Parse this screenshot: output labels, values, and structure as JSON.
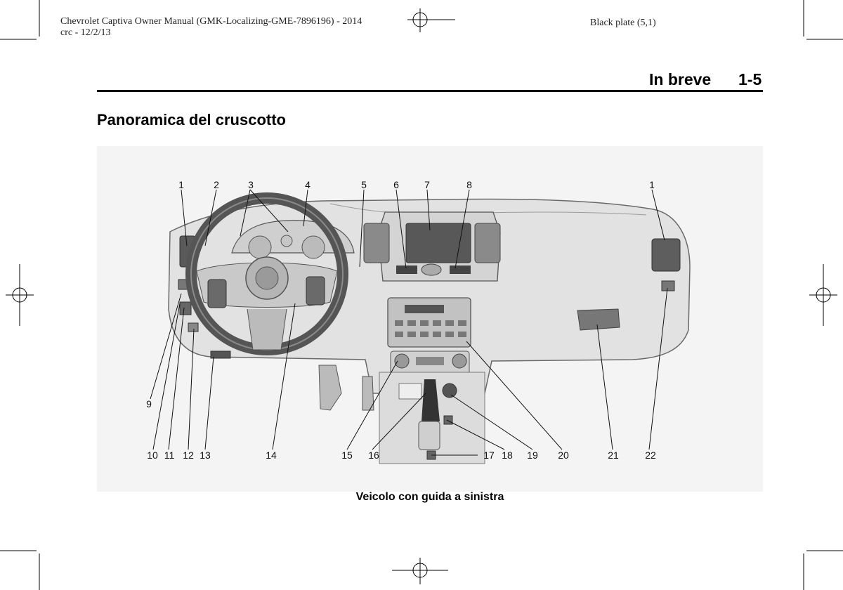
{
  "print_header": {
    "line1": "Chevrolet Captiva Owner Manual (GMK-Localizing-GME-7896196) - 2014",
    "line2": "crc - 12/2/13",
    "plate": "Black plate (5,1)"
  },
  "running_header": {
    "section": "In breve",
    "page": "1-5"
  },
  "heading": "Panoramica del cruscotto",
  "figure": {
    "caption": "Veicolo con guida a sinistra",
    "top_callouts": [
      "1",
      "2",
      "3",
      "4",
      "5",
      "6",
      "7",
      "8",
      "1"
    ],
    "bottom_callouts": [
      "9",
      "10",
      "11",
      "12",
      "13",
      "14",
      "15",
      "16",
      "17",
      "18",
      "19",
      "20",
      "21",
      "22"
    ]
  }
}
